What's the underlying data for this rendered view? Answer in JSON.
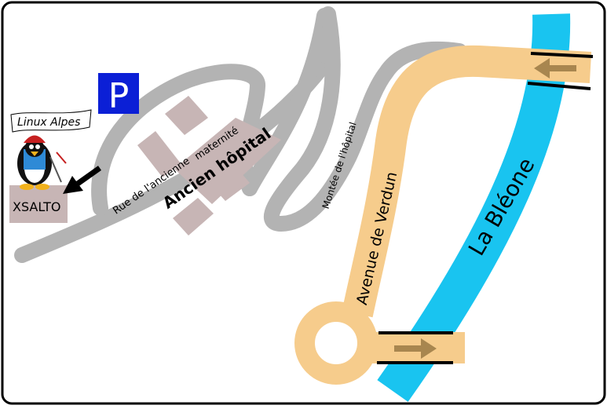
{
  "colors": {
    "background": "#ffffff",
    "border": "#000000",
    "street": "#b3b3b3",
    "avenue": "#f6cc8c",
    "river": "#19c4f0",
    "building": "#c7b5b5",
    "parking": "#0b1fd6",
    "bridge_arrow": "#a8864f",
    "direction_arrow": "#000000"
  },
  "labels": {
    "parking": "P",
    "linux_alpes": "Linux Alpes",
    "xsalto": "XSALTO",
    "rue": "Rue de l'ancienne",
    "maternite": "maternité",
    "ancien_hopital": "Ancien hôpital",
    "montee": "Montée de l'hôpital",
    "avenue": "Avenue de Verdun",
    "river": "La Bléone"
  },
  "icons": {
    "parking": "parking-sign-icon",
    "mascot": "tux-climber-icon",
    "pointer": "pointer-arrow-icon",
    "bridge_top": "left-arrow-icon",
    "bridge_bottom": "right-arrow-icon"
  }
}
